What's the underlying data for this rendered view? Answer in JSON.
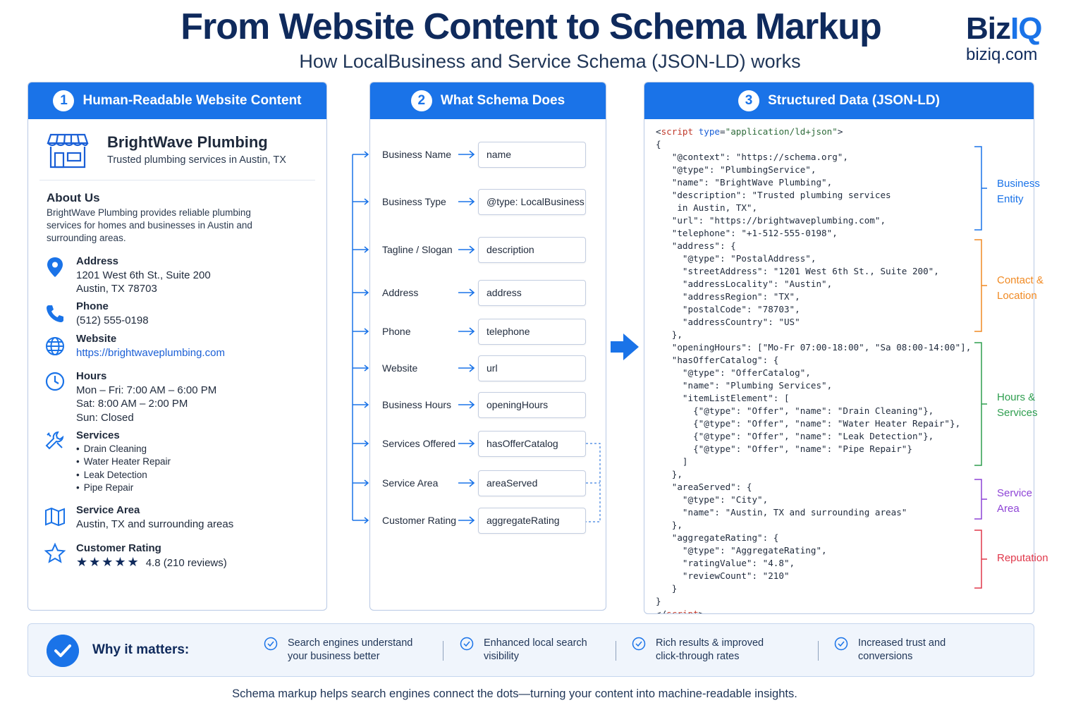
{
  "header": {
    "title": "From Website Content to Schema Markup",
    "subtitle": "How LocalBusiness and Service Schema (JSON-LD) works",
    "brand_logo_a": "Biz",
    "brand_logo_b": "IQ",
    "brand_url": "biziq.com"
  },
  "panel1": {
    "number": "1",
    "title": "Human-Readable Website Content",
    "business_name": "BrightWave Plumbing",
    "tagline": "Trusted plumbing services in Austin, TX",
    "about_heading": "About Us",
    "about_text": "BrightWave Plumbing provides reliable plumbing services for homes and businesses in Austin and surrounding areas.",
    "address_label": "Address",
    "address_line1": "1201 West 6th St., Suite 200",
    "address_line2": "Austin, TX 78703",
    "phone_label": "Phone",
    "phone": "(512) 555-0198",
    "website_label": "Website",
    "website": "https://brightwaveplumbing.com",
    "hours_label": "Hours",
    "hours": [
      "Mon – Fri:  7:00 AM – 6:00 PM",
      "Sat:  8:00 AM – 2:00 PM",
      "Sun: Closed"
    ],
    "services_label": "Services",
    "services": [
      "Drain Cleaning",
      "Water Heater Repair",
      "Leak Detection",
      "Pipe Repair"
    ],
    "service_area_label": "Service Area",
    "service_area": "Austin, TX and surrounding areas",
    "rating_label": "Customer Rating",
    "rating_stars": "★★★★★",
    "rating_text": "4.8 (210 reviews)"
  },
  "panel2": {
    "number": "2",
    "title": "What Schema Does",
    "rows": [
      {
        "label": "Business Name",
        "property": "name"
      },
      {
        "label": "Business Type",
        "property": "@type: LocalBusiness"
      },
      {
        "label": "Tagline / Slogan",
        "property": "description"
      },
      {
        "label": "Address",
        "property": "address"
      },
      {
        "label": "Phone",
        "property": "telephone"
      },
      {
        "label": "Website",
        "property": "url"
      },
      {
        "label": "Business Hours",
        "property": "openingHours"
      },
      {
        "label": "Services Offered",
        "property": "hasOfferCatalog"
      },
      {
        "label": "Service Area",
        "property": "areaServed"
      },
      {
        "label": "Customer Rating",
        "property": "aggregateRating"
      }
    ]
  },
  "panel3": {
    "number": "3",
    "title": "Structured Data (JSON-LD)",
    "code_open_tag": "script",
    "code_attr": "type",
    "code_attr_val": "\"application/ld+json\"",
    "code_body": "{\n   \"@context\": \"https://schema.org\",\n   \"@type\": \"PlumbingService\",\n   \"name\": \"BrightWave Plumbing\",\n   \"description\": \"Trusted plumbing services\n    in Austin, TX\",\n   \"url\": \"https://brightwaveplumbing.com\",\n   \"telephone\": \"+1-512-555-0198\",\n   \"address\": {\n     \"@type\": \"PostalAddress\",\n     \"streetAddress\": \"1201 West 6th St., Suite 200\",\n     \"addressLocality\": \"Austin\",\n     \"addressRegion\": \"TX\",\n     \"postalCode\": \"78703\",\n     \"addressCountry\": \"US\"\n   },\n   \"openingHours\": [\"Mo-Fr 07:00-18:00\", \"Sa 08:00-14:00\"],\n   \"hasOfferCatalog\": {\n     \"@type\": \"OfferCatalog\",\n     \"name\": \"Plumbing Services\",\n     \"itemListElement\": [\n       {\"@type\": \"Offer\", \"name\": \"Drain Cleaning\"},\n       {\"@type\": \"Offer\", \"name\": \"Water Heater Repair\"},\n       {\"@type\": \"Offer\", \"name\": \"Leak Detection\"},\n       {\"@type\": \"Offer\", \"name\": \"Pipe Repair\"}\n     ]\n   },\n   \"areaServed\": {\n     \"@type\": \"City\",\n     \"name\": \"Austin, TX and surrounding areas\"\n   },\n   \"aggregateRating\": {\n     \"@type\": \"AggregateRating\",\n     \"ratingValue\": \"4.8\",\n     \"reviewCount\": \"210\"\n   }\n}",
    "code_close_tag": "script",
    "groups": [
      {
        "label": "Business\nEntity",
        "color": "#1a73e8"
      },
      {
        "label": "Contact &\nLocation",
        "color": "#f08a24"
      },
      {
        "label": "Hours &\nServices",
        "color": "#2e9e4f"
      },
      {
        "label": "Service\nArea",
        "color": "#8e44d6"
      },
      {
        "label": "Reputation",
        "color": "#e0384b"
      }
    ]
  },
  "why": {
    "heading": "Why it matters:",
    "items": [
      "Search engines understand\nyour business better",
      "Enhanced local search\nvisibility",
      "Rich results & improved\nclick-through rates",
      "Increased trust and\nconversions"
    ]
  },
  "footer": "Schema markup helps search engines connect the dots—turning your content into machine-readable insights.",
  "colors": {
    "primary": "#1a73e8",
    "navy": "#0f2a5c"
  }
}
